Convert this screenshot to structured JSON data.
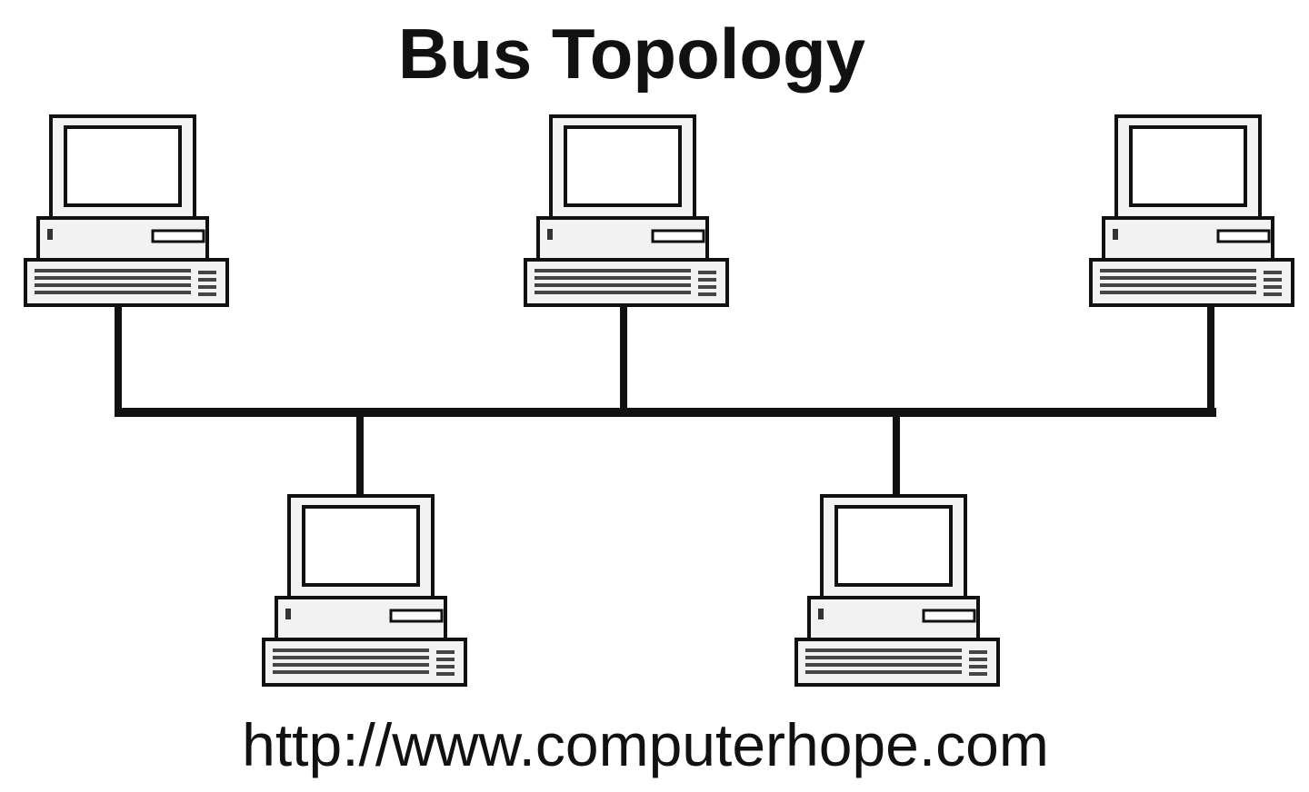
{
  "diagram": {
    "title": "Bus Topology",
    "caption": "http://www.computerhope.com",
    "topology": "bus",
    "node_count": 5,
    "colors": {
      "background": "#ffffff",
      "outline": "#111111",
      "computer_fill": "#f2f2f2",
      "screen_fill": "#ffffff",
      "keyboard_keys": "#555555",
      "cable": "#111111"
    },
    "node_icon": "desktop-computer-icon"
  }
}
